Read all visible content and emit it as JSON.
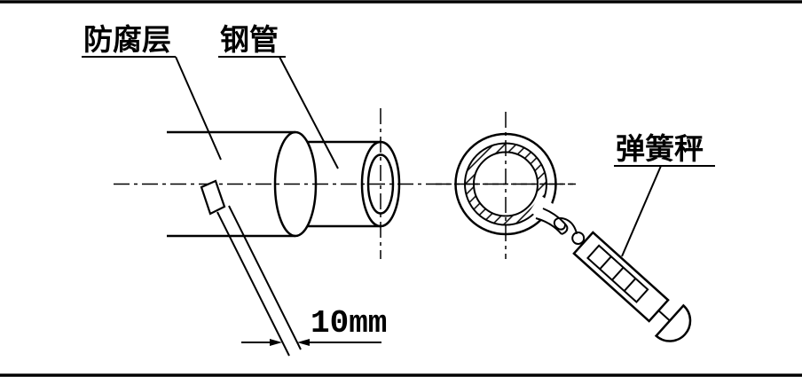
{
  "figure": {
    "labels": {
      "coating": "防腐层",
      "pipe": "钢管",
      "spring_scale": "弹簧秤",
      "dimension": "10mm"
    },
    "colors": {
      "line": "#000000",
      "background": "#ffffff"
    }
  }
}
